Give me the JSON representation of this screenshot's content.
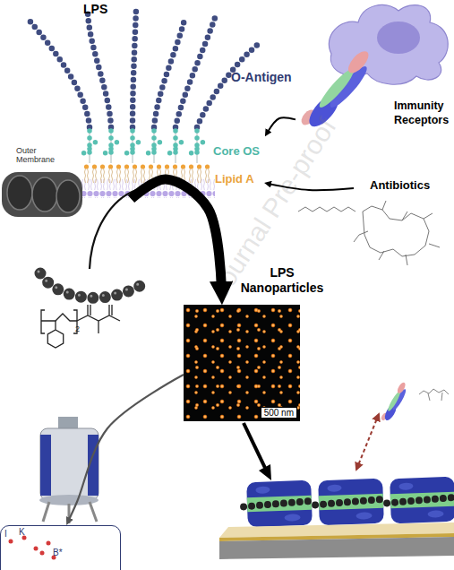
{
  "diagram": {
    "nodes": [
      {
        "text": [
          "LPS"
        ]
      },
      {
        "text": [
          "Immunity Receptors"
        ]
      },
      {
        "text": [
          "Antibiotics"
        ]
      },
      {
        "text": [
          "LPS Nanoparticles",
          "500 nm"
        ]
      },
      {
        "text": [
          "I",
          "K",
          "B*"
        ]
      }
    ],
    "edges": [
      {
        "from": 0,
        "to": 3,
        "arrow": "to"
      },
      {
        "from": 1,
        "to": 0,
        "arrow": "to"
      },
      {
        "from": 2,
        "to": 0,
        "arrow": "to"
      },
      {
        "from": 3,
        "to": 4,
        "arrow": "to"
      }
    ],
    "labels": [
      "O-Antigen",
      "Core OS",
      "Lipid A",
      "Outer Membrane",
      "2",
      "Journal Pre-proof"
    ]
  }
}
